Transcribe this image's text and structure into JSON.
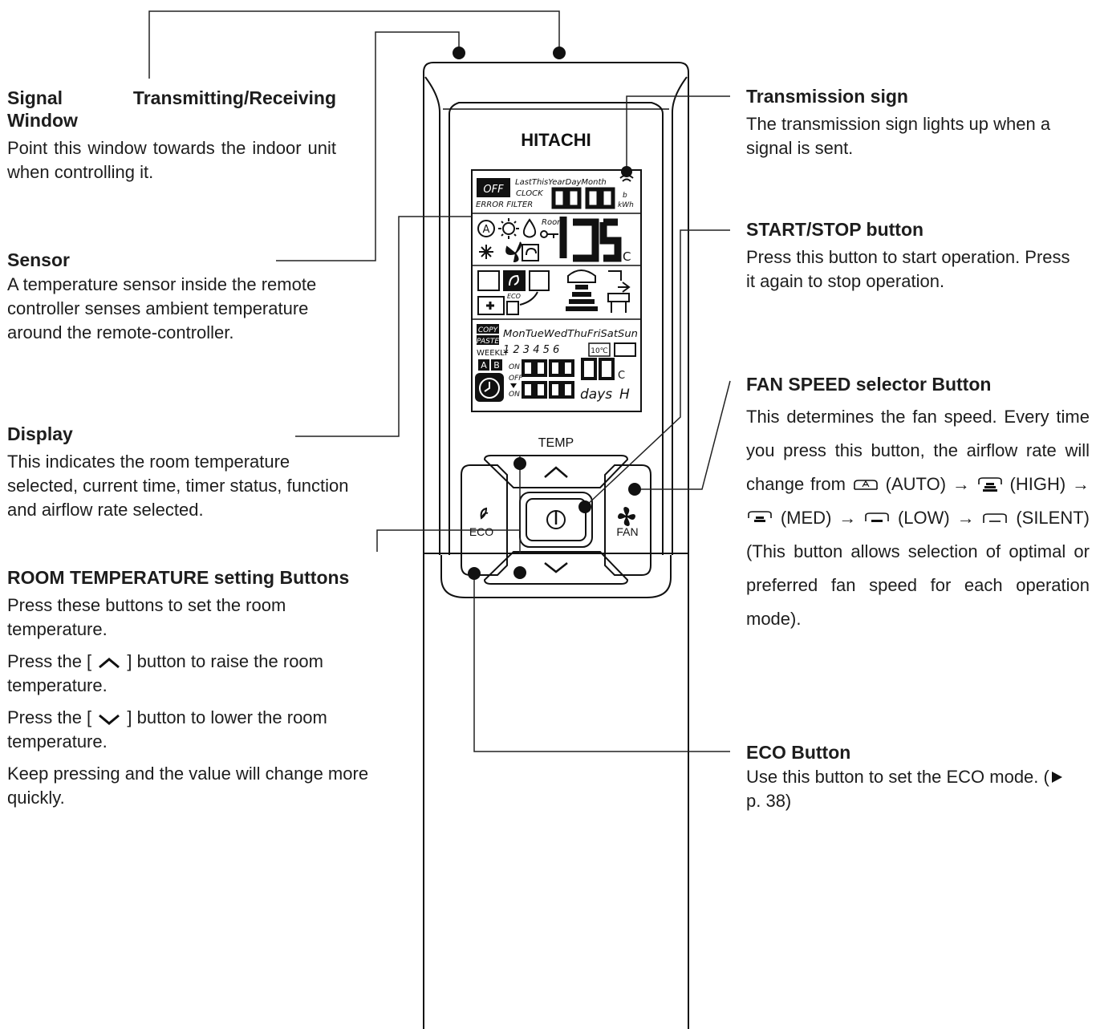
{
  "remote": {
    "brand": "HITACHI",
    "lcd_row1_left": "OFF",
    "lcd_row1_top": "LastThisYearDayMonth",
    "lcd_clock": "CLOCK",
    "lcd_error_filter": "ERROR FILTER",
    "lcd_kwh": "kWh",
    "lcd_b": "b",
    "lcd_room": "Room",
    "lcd_eco": "ECO",
    "lcd_copy": "COPY",
    "lcd_paste": "PASTE",
    "lcd_weekly": "WEEKLY",
    "lcd_days_of_week": "MonTueWedThuFriSatSun",
    "lcd_week_numbers": "1 2 3 4 5 6",
    "lcd_10c": "10℃",
    "lcd_a": "A",
    "lcd_b_timer": "B",
    "lcd_on": "ON",
    "lcd_off": "OFF",
    "lcd_on2": "ON",
    "lcd_days": "days",
    "lcd_c": "C",
    "lcd_h": "H",
    "temp_label": "TEMP",
    "eco_label": "ECO",
    "fan_label": "FAN"
  },
  "labels": {
    "signal_window": {
      "title_line1": "Signal Transmitting/Receiving",
      "title_line2": "Window",
      "text": "Point this window towards the indoor unit when controlling it."
    },
    "sensor": {
      "title": "Sensor",
      "text": "A temperature sensor inside the remote controller senses ambient temperature around the remote-controller."
    },
    "display": {
      "title": "Display",
      "text": "This indicates the room temperature selected, current time, timer status, function and airflow rate selected."
    },
    "room_temp": {
      "title": "ROOM TEMPERATURE setting Buttons",
      "p1": "Press these buttons to set the room temperature.",
      "p2_before": "Press the [",
      "p2_after": "] button to raise the room temperature.",
      "p3_before": "Press the [",
      "p3_after": "] button to lower the room temperature.",
      "p4": "Keep pressing and the value will change more quickly."
    },
    "transmission": {
      "title": "Transmission sign",
      "text": "The transmission sign lights up when a signal is sent."
    },
    "start_stop": {
      "title": "START/STOP button",
      "text": "Press this button to start operation. Press it again to stop operation."
    },
    "fan_speed": {
      "title": "FAN SPEED selector Button",
      "text1": "This determines the fan speed. Every time you press this button, the airflow rate will change from",
      "auto": "(AUTO) →",
      "high": "(HIGH) →",
      "med": "(MED)",
      "arrow": "→",
      "low": "(LOW) →",
      "silent": "(SILENT) (This button allows selection of optimal or preferred fan speed for each operation mode)."
    },
    "eco": {
      "title": "ECO Button",
      "text_before": "Use this button to set the ECO mode. (",
      "text_after": "p. 38)"
    }
  }
}
